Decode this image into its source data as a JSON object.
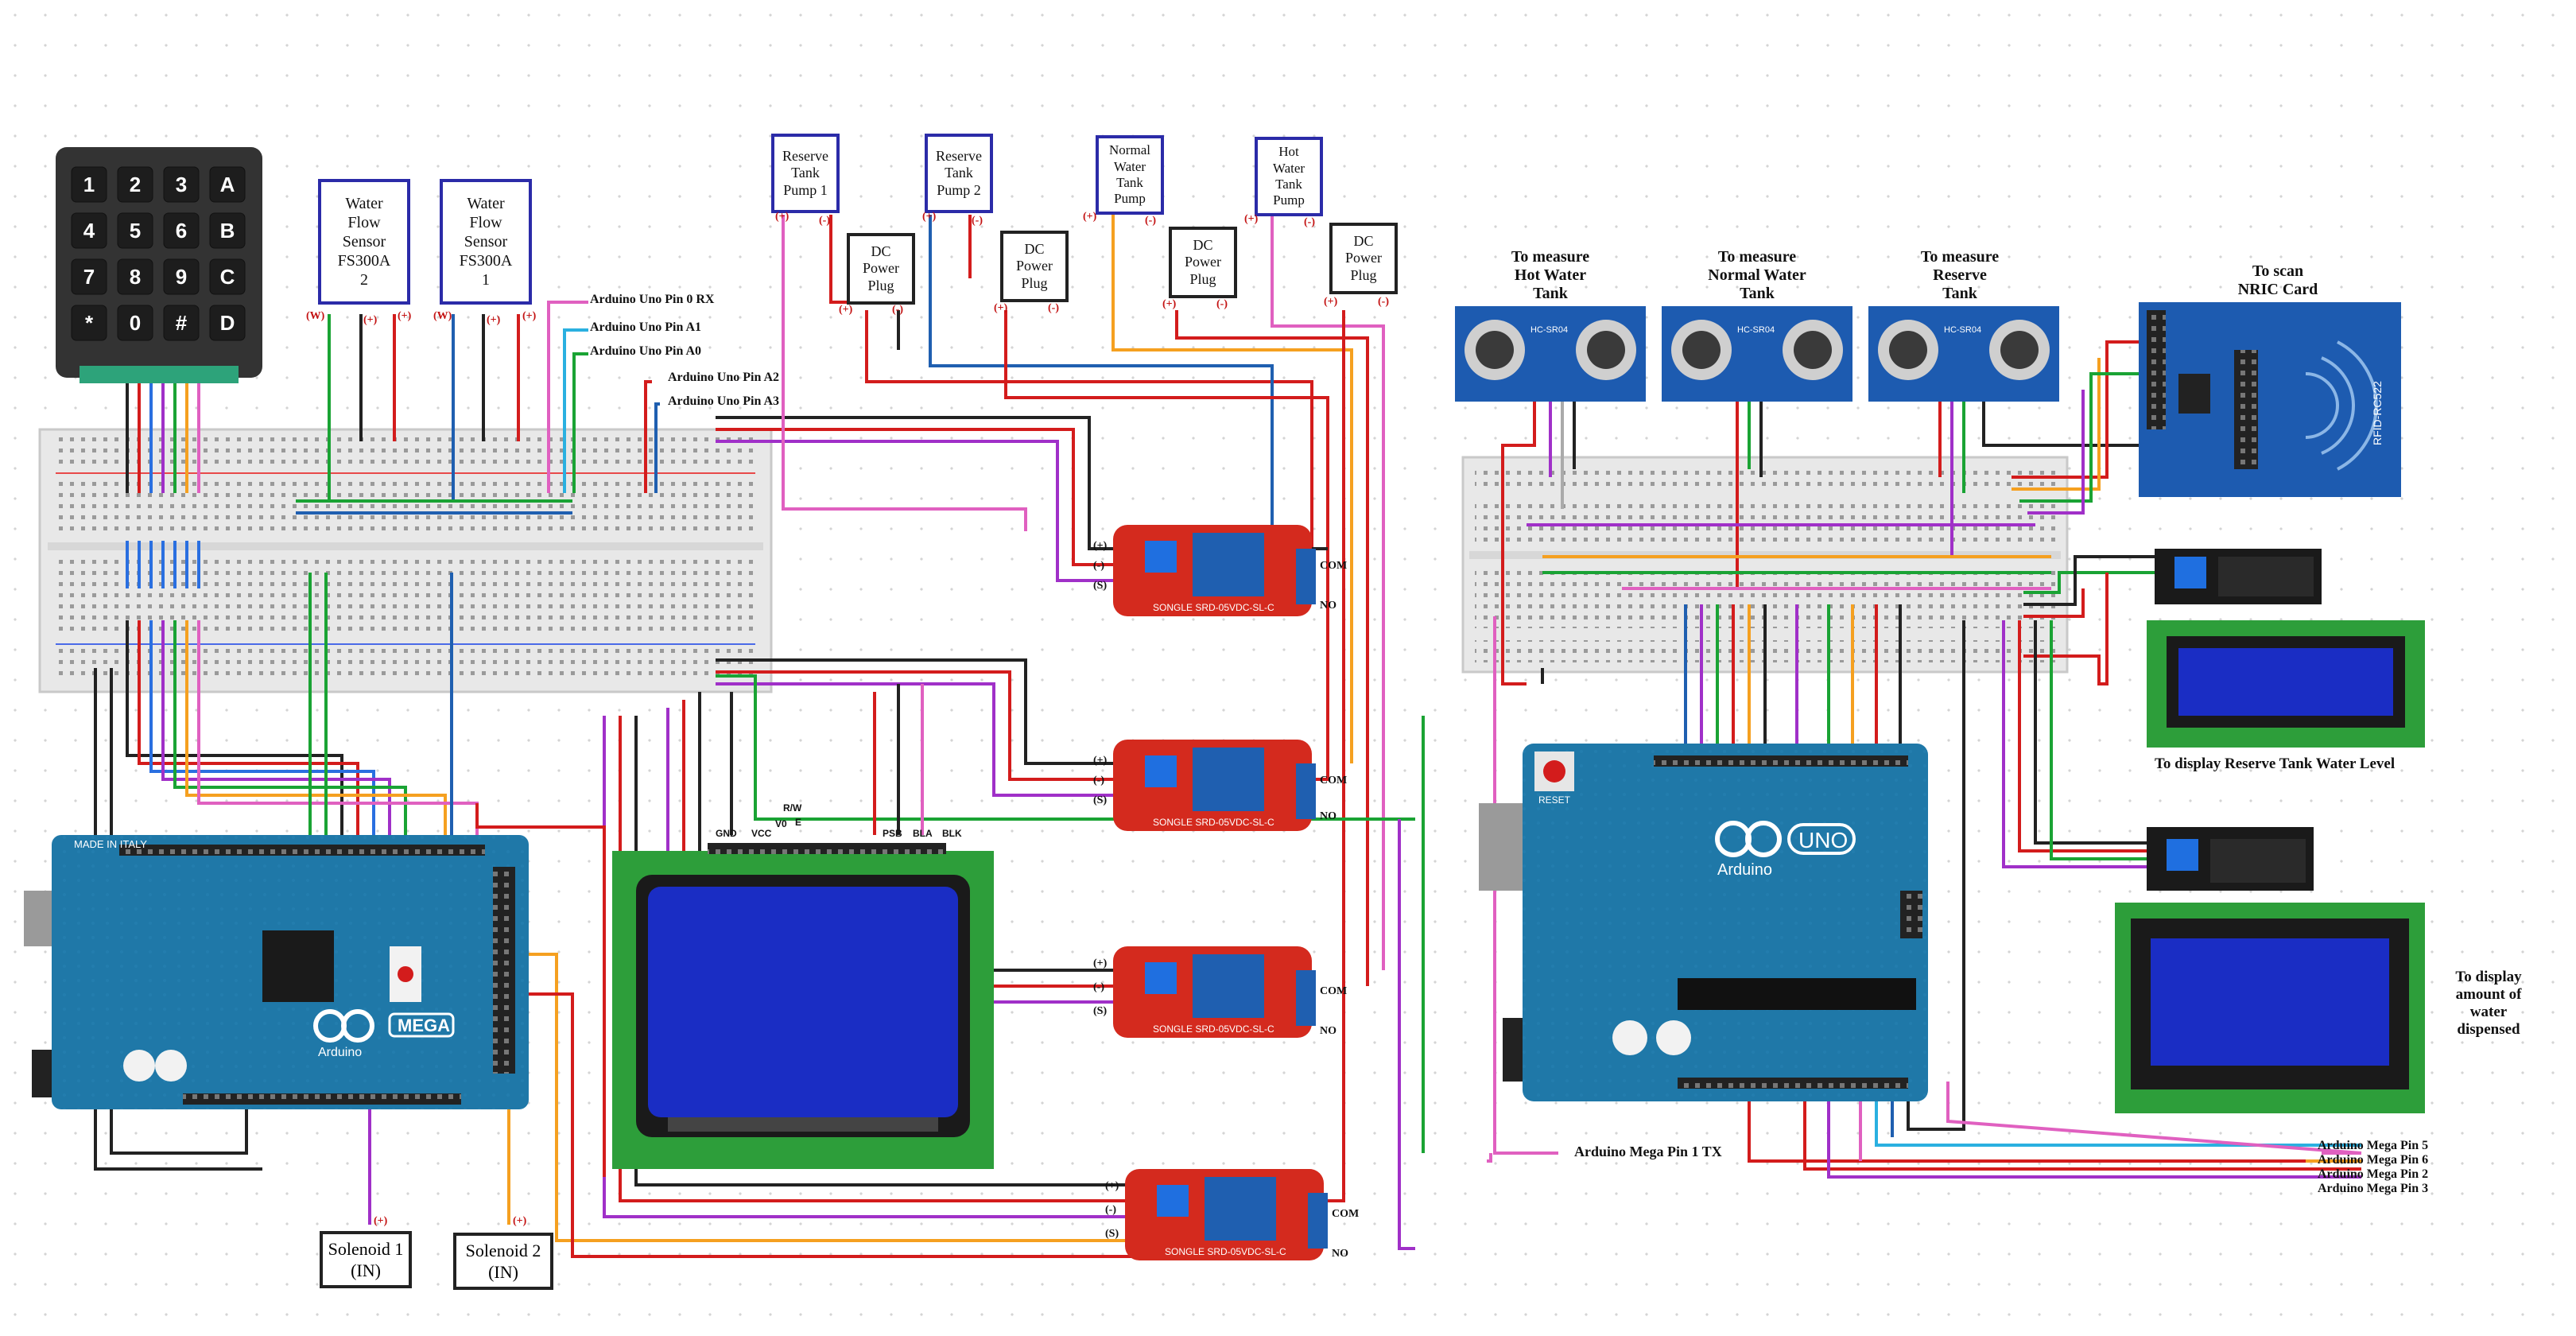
{
  "keypad": {
    "keys": [
      "1",
      "2",
      "3",
      "A",
      "4",
      "5",
      "6",
      "B",
      "7",
      "8",
      "9",
      "C",
      "*",
      "0",
      "#",
      "D"
    ]
  },
  "flow_sensors": [
    {
      "label": [
        "Water",
        "Flow",
        "Sensor",
        "FS300A",
        "2"
      ],
      "pins": [
        "(W)",
        "(+)",
        "(+)"
      ]
    },
    {
      "label": [
        "Water",
        "Flow",
        "Sensor",
        "FS300A",
        "1"
      ],
      "pins": [
        "(W)",
        "(+)",
        "(+)"
      ]
    }
  ],
  "uno_pin_labels": [
    "Arduino Uno Pin 0 RX",
    "Arduino Uno Pin A1",
    "Arduino Uno Pin A0",
    "Arduino Uno Pin A2",
    "Arduino Uno Pin A3"
  ],
  "pumps": [
    {
      "label": [
        "Reserve",
        "Tank",
        "Pump 1"
      ],
      "pins": [
        "(+)",
        "(-)"
      ]
    },
    {
      "label": [
        "Reserve",
        "Tank",
        "Pump 2"
      ],
      "pins": [
        "(+)",
        "(-)"
      ]
    },
    {
      "label": [
        "Normal",
        "Water",
        "Tank",
        "Pump"
      ],
      "pins": [
        "(+)",
        "(-)"
      ]
    },
    {
      "label": [
        "Hot",
        "Water",
        "Tank",
        "Pump"
      ],
      "pins": [
        "(+)",
        "(-)"
      ]
    }
  ],
  "dc_plugs": [
    {
      "label": [
        "DC",
        "Power",
        "Plug"
      ],
      "pins": [
        "(+)",
        "(-)"
      ]
    },
    {
      "label": [
        "DC",
        "Power",
        "Plug"
      ],
      "pins": [
        "(+)",
        "(-)"
      ]
    },
    {
      "label": [
        "DC",
        "Power",
        "Plug"
      ],
      "pins": [
        "(+)",
        "(-)"
      ]
    },
    {
      "label": [
        "DC",
        "Power",
        "Plug"
      ],
      "pins": [
        "(+)",
        "(-)"
      ]
    }
  ],
  "relays": {
    "silk": "SONGLE SRD-05VDC-SL-C",
    "left_pins": [
      "(+)",
      "(-)",
      "(S)"
    ],
    "right_pins": [
      "COM",
      "NO"
    ]
  },
  "lcd12864": {
    "pins": [
      "GND",
      "VCC",
      "V0",
      "R/W",
      "E",
      "PSB",
      "BLA",
      "BLK"
    ]
  },
  "mega": {
    "brand": "Arduino",
    "model": "MEGA",
    "made_in": "MADE IN ITALY"
  },
  "uno": {
    "brand": "Arduino",
    "model": "UNO",
    "reset": "RESET"
  },
  "ultrasonic": {
    "model": "HC-SR04",
    "captions": [
      [
        "To measure",
        "Hot Water",
        "Tank"
      ],
      [
        "To measure",
        "Normal Water",
        "Tank"
      ],
      [
        "To measure",
        "Reserve",
        "Tank"
      ]
    ]
  },
  "rfid": {
    "caption": [
      "To scan",
      "NRIC Card"
    ],
    "model": "RFID-RC522"
  },
  "lcd_captions": {
    "small": "To display Reserve Tank Water Level",
    "large": [
      "To display",
      "amount of",
      "water",
      "dispensed"
    ]
  },
  "solenoids": [
    {
      "label": [
        "Solenoid 1",
        "(IN)"
      ],
      "pin": "(+)"
    },
    {
      "label": [
        "Solenoid 2",
        "(IN)"
      ],
      "pin": "(+)"
    }
  ],
  "mega_pin_label": "Arduino Mega Pin 1 TX",
  "mega_pin_labels_right": [
    "Arduino Mega Pin 5",
    "Arduino Mega Pin 6",
    "Arduino Mega Pin 2",
    "Arduino Mega Pin 3"
  ],
  "colors": {
    "board_blue": "#1f78a8",
    "relay_red": "#d42a1e",
    "lcd_green": "#2d9e3a",
    "lcd_screen": "#1a2dc4",
    "breadboard": "#e8e8e8",
    "module_blue": "#1d5bb0",
    "label_border": "#2b2ba8"
  }
}
